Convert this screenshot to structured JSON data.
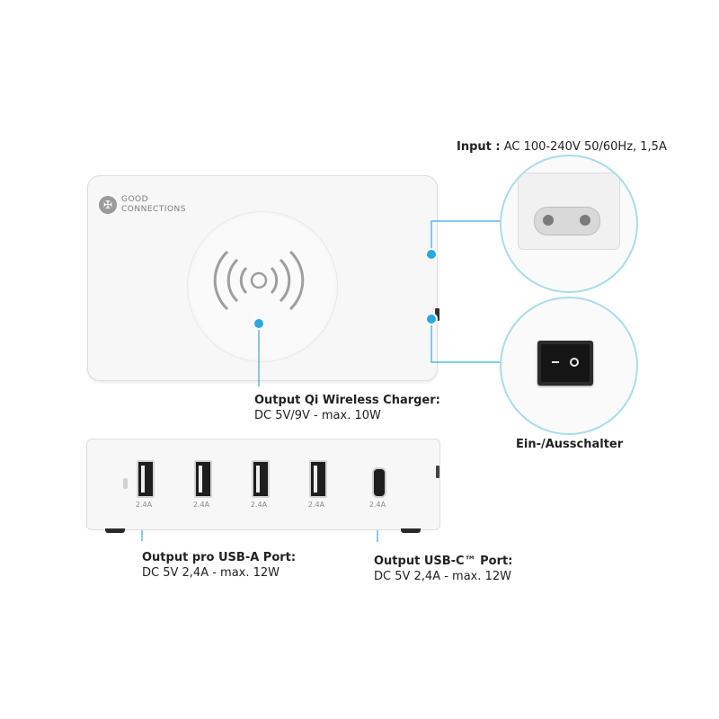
{
  "brand": {
    "line1": "GOOD",
    "line2": "CONNECTIONS"
  },
  "input": {
    "title": "Input :",
    "spec": "AC 100-240V 50/60Hz, 1,5A"
  },
  "switch": {
    "label": "Ein-/Ausschalter"
  },
  "wireless": {
    "title": "Output Qi Wireless Charger:",
    "spec": "DC 5V/9V - max. 10W"
  },
  "usb_a": {
    "title": "Output pro USB-A Port:",
    "spec": "DC 5V 2,4A - max. 12W"
  },
  "usb_c": {
    "title": "Output USB-C™ Port:",
    "spec": "DC 5V 2,4A - max. 12W"
  },
  "ports": [
    {
      "type": "USB-A",
      "rating": "2.4A"
    },
    {
      "type": "USB-A",
      "rating": "2.4A"
    },
    {
      "type": "USB-A",
      "rating": "2.4A"
    },
    {
      "type": "USB-A",
      "rating": "2.4A"
    },
    {
      "type": "USB-C",
      "rating": "2.4A"
    }
  ],
  "colors": {
    "accent": "#2aa8e0",
    "device": "#f7f7f7",
    "circle_border": "#a9dcea"
  }
}
